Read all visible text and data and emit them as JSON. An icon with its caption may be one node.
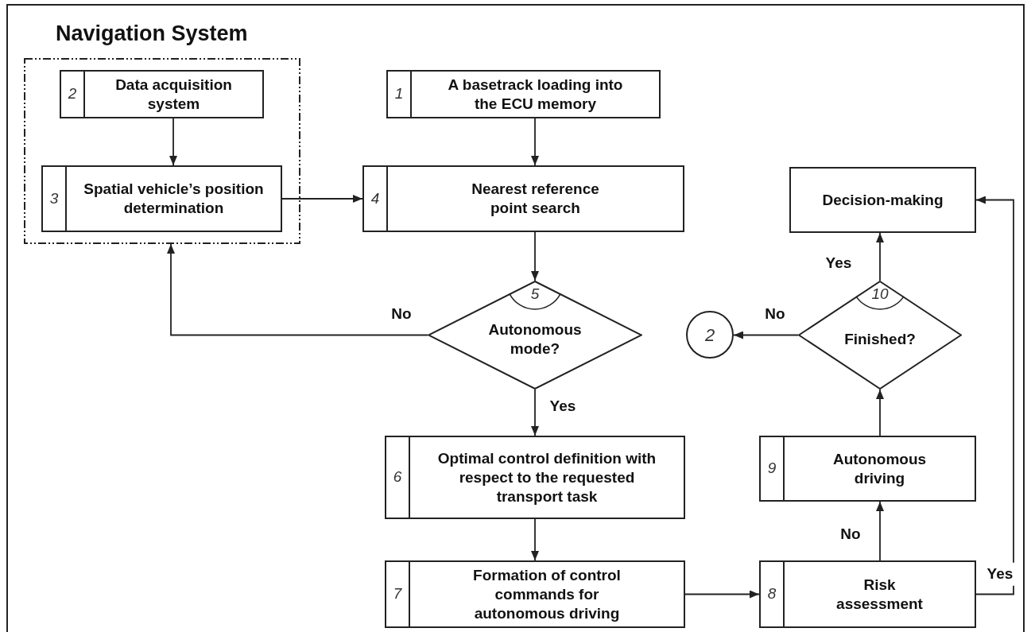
{
  "diagram": {
    "nodes": [
      {
        "text": [
          "Navigation System"
        ]
      },
      {
        "text": [
          "2",
          "Data acquisition system"
        ],
        "in": 0
      },
      {
        "text": [
          "3",
          "Spatial vehicle’s position determination"
        ],
        "in": 0
      },
      {
        "text": [
          "1",
          "A basetrack loading into the ECU memory"
        ]
      },
      {
        "text": [
          "4",
          "Nearest reference point search"
        ]
      },
      {
        "text": [
          "5",
          "Autonomous mode?"
        ]
      },
      {
        "text": [
          "6",
          "Optimal control definition with respect to the requested transport task"
        ]
      },
      {
        "text": [
          "7",
          "Formation of control commands for autonomous driving"
        ]
      },
      {
        "text": [
          "8",
          "Risk assessment"
        ]
      },
      {
        "text": [
          "9",
          "Autonomous driving"
        ]
      },
      {
        "text": [
          "10",
          "Finished?"
        ]
      },
      {
        "text": [
          "Decision-making"
        ]
      },
      {
        "text": [
          "2"
        ]
      }
    ],
    "edges": [
      {
        "from": 1,
        "to": 2,
        "arrow": "to"
      },
      {
        "from": 2,
        "to": 4,
        "arrow": "to"
      },
      {
        "from": 3,
        "to": 4,
        "arrow": "to"
      },
      {
        "from": 4,
        "to": 5,
        "arrow": "to"
      },
      {
        "from": 5,
        "to": 0,
        "arrow": "to",
        "label": "No"
      },
      {
        "from": 5,
        "to": 6,
        "arrow": "to",
        "label": "Yes"
      },
      {
        "from": 6,
        "to": 7,
        "arrow": "to"
      },
      {
        "from": 7,
        "to": 8,
        "arrow": "to"
      },
      {
        "from": 8,
        "to": 9,
        "arrow": "to",
        "label": "No"
      },
      {
        "from": 9,
        "to": 10,
        "arrow": "to"
      },
      {
        "from": 10,
        "to": 12,
        "arrow": "to",
        "label": "No"
      },
      {
        "from": 10,
        "to": 11,
        "arrow": "to",
        "label": "Yes"
      },
      {
        "from": 8,
        "to": 11,
        "arrow": "to",
        "label": "Yes"
      }
    ]
  }
}
